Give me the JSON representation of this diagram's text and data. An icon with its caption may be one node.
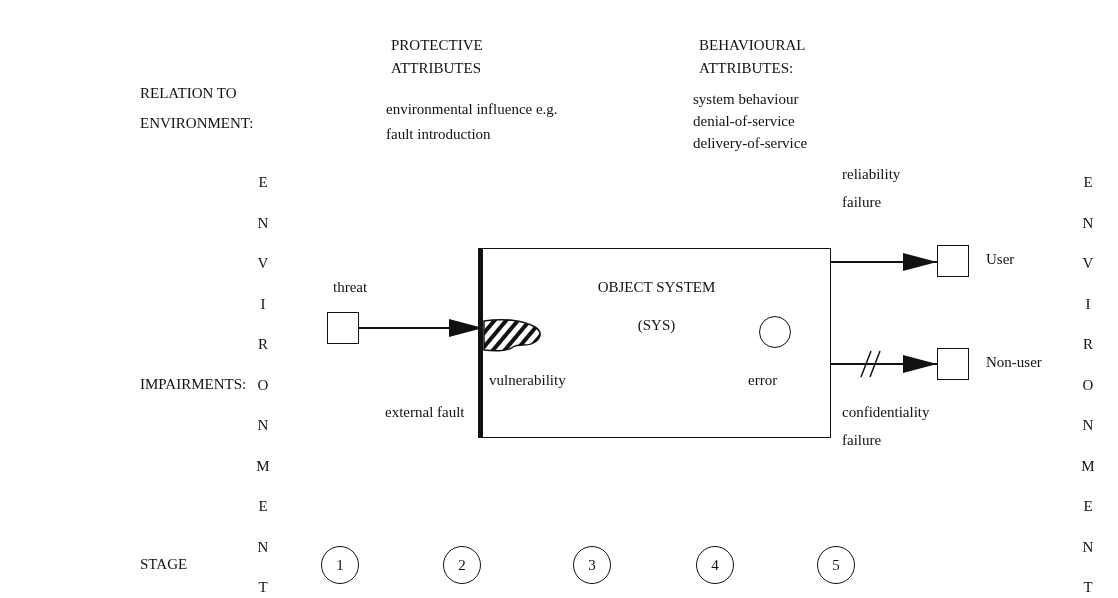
{
  "diagram": {
    "nodes": [
      {
        "text": [],
        "shape": "box",
        "beside": [
          "threat"
        ]
      },
      {
        "text": [
          "OBJECT SYSTEM",
          "(SYS)"
        ]
      },
      {
        "text": [],
        "shape": "blob",
        "in": 1,
        "beside": [
          "vulnerability"
        ]
      },
      {
        "text": [],
        "shape": "circle",
        "in": 1,
        "beside": [
          "error"
        ]
      },
      {
        "text": [],
        "shape": "box",
        "beside": [
          "User"
        ]
      },
      {
        "text": [],
        "shape": "box",
        "beside": [
          "Non-user"
        ]
      },
      {
        "text": [
          "1"
        ]
      },
      {
        "text": [
          "2"
        ]
      },
      {
        "text": [
          "3"
        ]
      },
      {
        "text": [
          "4"
        ]
      },
      {
        "text": [
          "5"
        ]
      }
    ],
    "edges": [
      {
        "from": 0,
        "to": 2,
        "arrow": "to"
      },
      {
        "from": 1,
        "to": 4,
        "arrow": "to",
        "label": "reliability failure"
      },
      {
        "from": 1,
        "to": 5,
        "arrow": "to",
        "label": "confidentiality failure"
      }
    ],
    "labels": [
      "PROTECTIVE ATTRIBUTES",
      "BEHAVIOURAL ATTRIBUTES:",
      "RELATION TO ENVIRONMENT:",
      "environmental influence e.g. fault introduction",
      "system behaviour",
      "denial-of-service",
      "delivery-of-service",
      "ENVIRONMENT",
      "ENVIRONMENT",
      "IMPAIRMENTS:",
      "external fault",
      "STAGE"
    ]
  }
}
